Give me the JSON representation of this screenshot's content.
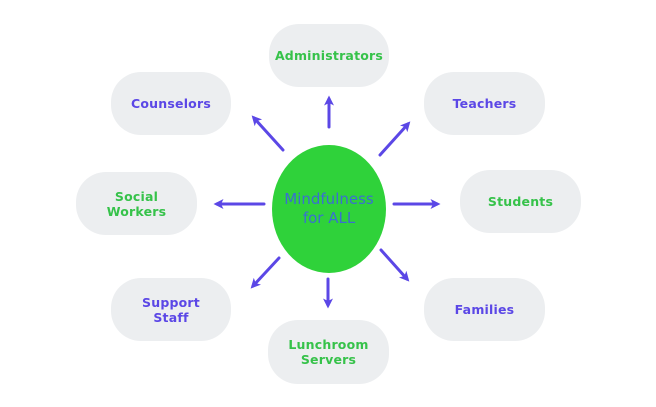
{
  "colors": {
    "green": "#36c24a",
    "purple": "#5b47e6",
    "hub_fill": "#2fd23a",
    "hub_text": "#3a6fd1",
    "pill_fill": "#eceef0"
  },
  "hub": {
    "label": "Mindfulness\nfor ALL"
  },
  "nodes": [
    {
      "id": "administrators",
      "label": "Administrators",
      "color": "green"
    },
    {
      "id": "teachers",
      "label": "Teachers",
      "color": "purple"
    },
    {
      "id": "students",
      "label": "Students",
      "color": "green"
    },
    {
      "id": "families",
      "label": "Families",
      "color": "purple"
    },
    {
      "id": "lunchroom-servers",
      "label": "Lunchroom\nServers",
      "color": "green"
    },
    {
      "id": "support-staff",
      "label": "Support\nStaff",
      "color": "purple"
    },
    {
      "id": "social-workers",
      "label": "Social\nWorkers",
      "color": "green"
    },
    {
      "id": "counselors",
      "label": "Counselors",
      "color": "purple"
    }
  ]
}
